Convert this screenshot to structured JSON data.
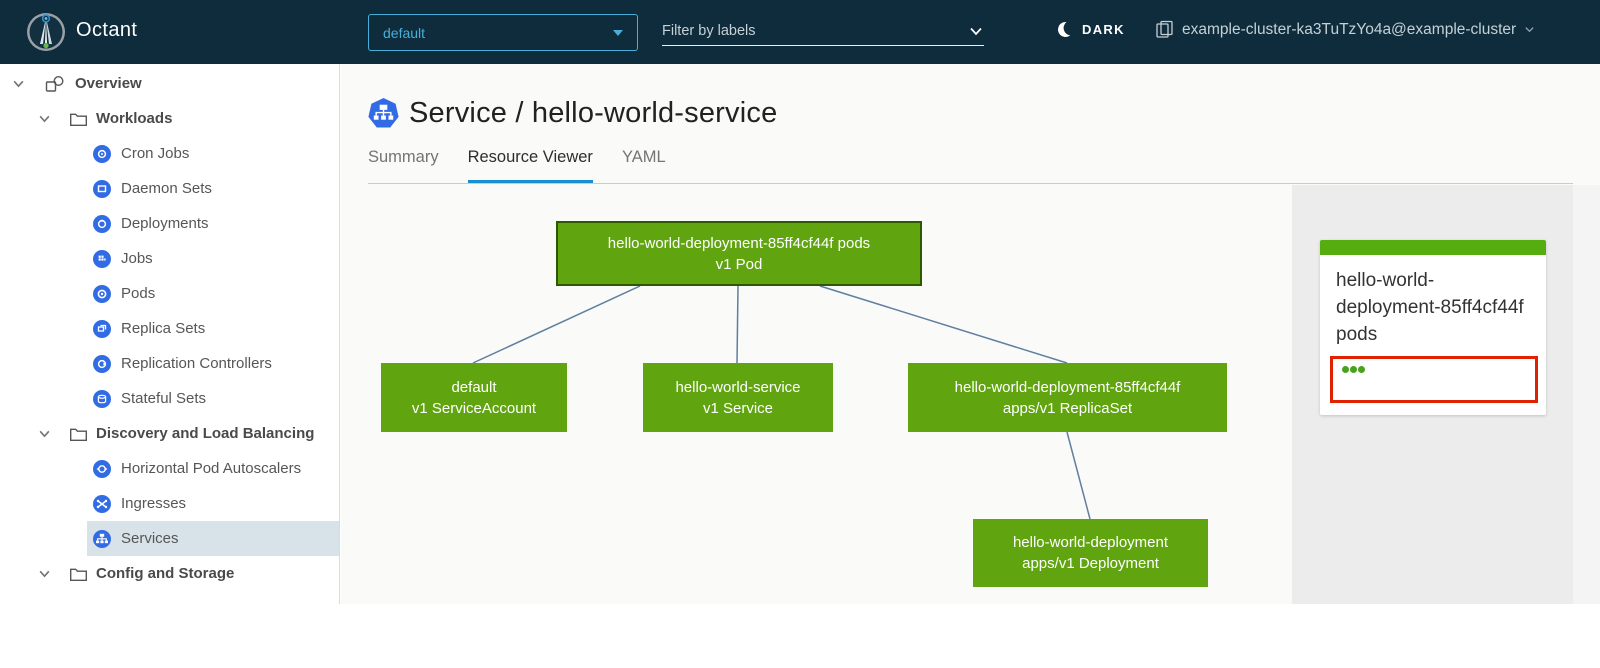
{
  "header": {
    "app_name": "Octant",
    "namespace": {
      "value": "default"
    },
    "filter": {
      "placeholder": "Filter by labels"
    },
    "theme_toggle": {
      "label": "DARK"
    },
    "context": {
      "label": "example-cluster-ka3TuTzYo4a@example-cluster"
    }
  },
  "sidebar": {
    "items": [
      {
        "label": "Overview"
      },
      {
        "label": "Workloads"
      },
      {
        "label": "Cron Jobs"
      },
      {
        "label": "Daemon Sets"
      },
      {
        "label": "Deployments"
      },
      {
        "label": "Jobs"
      },
      {
        "label": "Pods"
      },
      {
        "label": "Replica Sets"
      },
      {
        "label": "Replication Controllers"
      },
      {
        "label": "Stateful Sets"
      },
      {
        "label": "Discovery and Load Balancing"
      },
      {
        "label": "Horizontal Pod Autoscalers"
      },
      {
        "label": "Ingresses"
      },
      {
        "label": "Services",
        "selected": true
      },
      {
        "label": "Config and Storage"
      }
    ]
  },
  "main": {
    "title": "Service / hello-world-service",
    "tabs": [
      {
        "label": "Summary",
        "active": false
      },
      {
        "label": "Resource Viewer",
        "active": true
      },
      {
        "label": "YAML",
        "active": false
      }
    ]
  },
  "graph": {
    "nodes": [
      {
        "id": "pod",
        "line1": "hello-world-deployment-85ff4cf44f pods",
        "line2": "v1 Pod",
        "selected": true
      },
      {
        "id": "service-account",
        "line1": "default",
        "line2": "v1 ServiceAccount"
      },
      {
        "id": "service",
        "line1": "hello-world-service",
        "line2": "v1 Service"
      },
      {
        "id": "replica-set",
        "line1": "hello-world-deployment-85ff4cf44f",
        "line2": "apps/v1 ReplicaSet"
      },
      {
        "id": "deployment",
        "line1": "hello-world-deployment",
        "line2": "apps/v1 Deployment"
      }
    ]
  },
  "panel": {
    "card": {
      "title": "hello-world-deployment-85ff4cf44f pods",
      "status_dots": 3
    }
  },
  "colors": {
    "header_bg": "#0e2c3b",
    "accent_blue": "#49afd9",
    "k8s_icon_blue": "#326ce5",
    "active_tab_underline": "#1b8ed1",
    "node_green": "#60a510",
    "node_border_selected": "#2d5800",
    "edge_blue_gray": "#5f7f9f",
    "status_red": "#e12200",
    "status_dot_green": "#46a31c",
    "selected_row_bg": "#d8e3e9",
    "panel_bg": "#ececec"
  }
}
